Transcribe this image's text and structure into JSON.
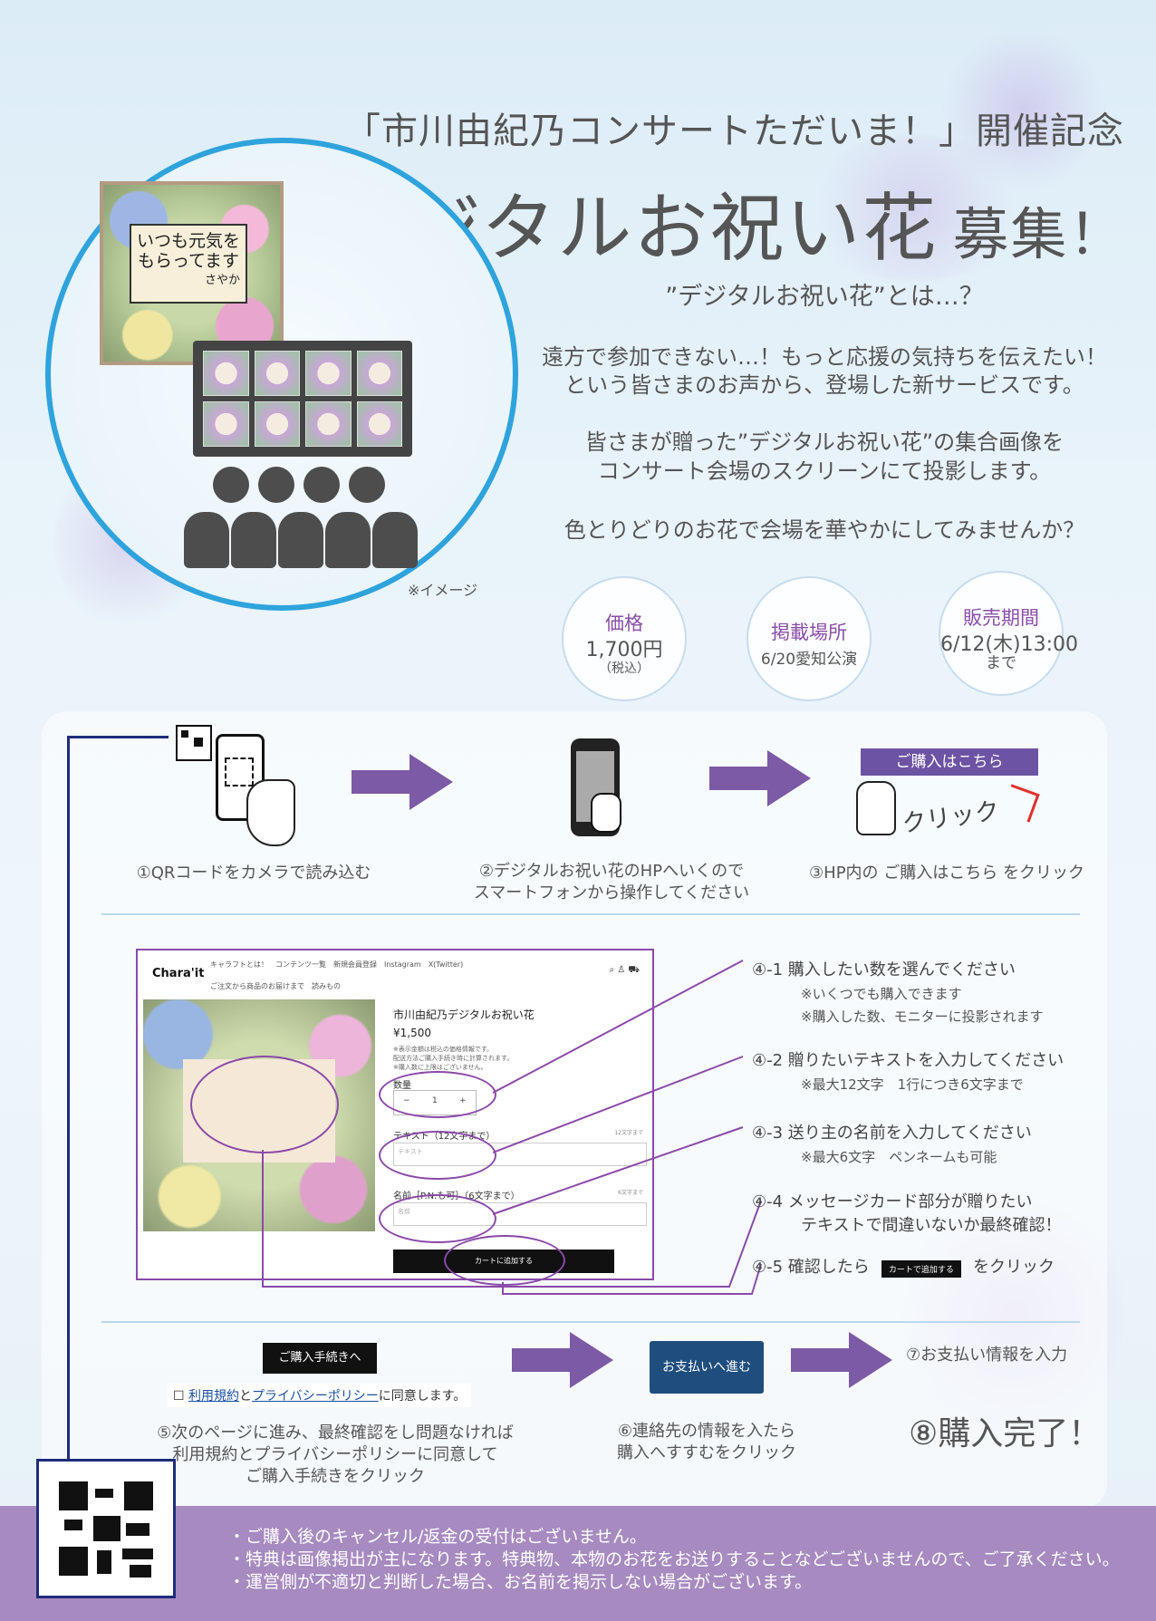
{
  "header": {
    "subtitle": "「市川由紀乃コンサートただいま！」開催記念",
    "title_main": "デジタルお祝い花",
    "title_suffix": "募集！"
  },
  "illustration": {
    "card_line1": "いつも元気を",
    "card_line2": "もらってます",
    "card_sign": "さやか",
    "note": "※イメージ"
  },
  "intro": {
    "what": "”デジタルお祝い花”とは…？",
    "p1_line1": "遠方で参加できない…！もっと応援の気持ちを伝えたい！",
    "p1_line2": "という皆さまのお声から、登場した新サービスです。",
    "p2_line1": "皆さまが贈った”デジタルお祝い花”の集合画像を",
    "p2_line2": "コンサート会場のスクリーンにて投影します。",
    "p3": "色とりどりのお花で会場を華やかにしてみませんか？"
  },
  "info": {
    "price_label": "価格",
    "price_value": "1,700円",
    "price_tax": "（税込）",
    "place_label": "掲載場所",
    "place_value": "6/20愛知公演",
    "period_label": "販売期間",
    "period_value": "6/12(木)13:00",
    "period_until": "まで"
  },
  "steps": {
    "s1": "①QRコードをカメラで読み込む",
    "s2_line1": "②デジタルお祝い花のHPへいくので",
    "s2_line2": "スマートフォンから操作してください",
    "s3": "③HP内の ご購入はこちら をクリック",
    "buy_banner": "ご購入はこちら",
    "click": "クリック"
  },
  "site": {
    "logo": "Chara'it",
    "nav_line1": "キャラフトとは！　コンテンツ一覧　新規会員登録　Instagram　X(Twitter)",
    "nav_line2": "ご注文から商品のお届けまで　読みもの",
    "product_title": "市川由紀乃デジタルお祝い花",
    "price": "¥1,500",
    "note_line1": "※表示金額は税込の価格情報です。",
    "note_line2": "配送方法ご購入手続き時に計算されます。",
    "note_line3": "※購入数に上限はございません。",
    "qty_label": "数量",
    "qty_minus": "−",
    "qty_value": "1",
    "qty_plus": "+",
    "text_label": "テキスト（12文字まで）",
    "text_counter": "12文字まで",
    "text_placeholder": "テキスト",
    "name_label": "名前［P.N.も可］（6文字まで）",
    "name_counter": "6文字まで",
    "name_placeholder": "名前",
    "cart_button": "カートに追加する"
  },
  "instructions": {
    "i1": "④-1 購入したい数を選んでください",
    "i1_sub1": "※いくつでも購入できます",
    "i1_sub2": "※購入した数、モニターに投影されます",
    "i2": "④-2 贈りたいテキストを入力してください",
    "i2_sub": "※最大12文字　1行につき6文字まで",
    "i3": "④-3 送り主の名前を入力してください",
    "i3_sub": "※最大6文字　ペンネームも可能",
    "i4_line1": "④-4 メッセージカード部分が贈りたい",
    "i4_line2": "テキストで間違いないか最終確認！",
    "i5_before": "④-5 確認したら",
    "i5_button": "カートで追加する",
    "i5_after": "をクリック"
  },
  "checkout": {
    "procedure_button": "ご購入手続きへ",
    "agree_terms": "利用規約",
    "agree_and": "と",
    "agree_privacy": "プライバシーポリシー",
    "agree_tail": "に同意します。",
    "s5_line1": "⑤次のページに進み、最終確認をし問題なければ",
    "s5_line2": "利用規約とプライバシーポリシーに同意して",
    "s5_line3": "ご購入手続きをクリック",
    "pay_button": "お支払いへ進む",
    "s6_line1": "⑥連絡先の情報を入たら",
    "s6_line2": "購入へすすむをクリック",
    "s7": "⑦お支払い情報を入力",
    "s8": "⑧購入完了！"
  },
  "footer": {
    "n1": "・ご購入後のキャンセル/返金の受付はございません。",
    "n2": "・特典は画像掲出が主になります。特典物、本物のお花をお送りすることなどございませんので、ご了承ください。",
    "n3": "・運営側が不適切と判断した場合、お名前を掲示しない場合がございます。"
  },
  "colors": {
    "accent_blue": "#2ea3dc",
    "purple": "#7c5aa6",
    "navy": "#1e2c7a",
    "footer": "#a68ac0"
  }
}
